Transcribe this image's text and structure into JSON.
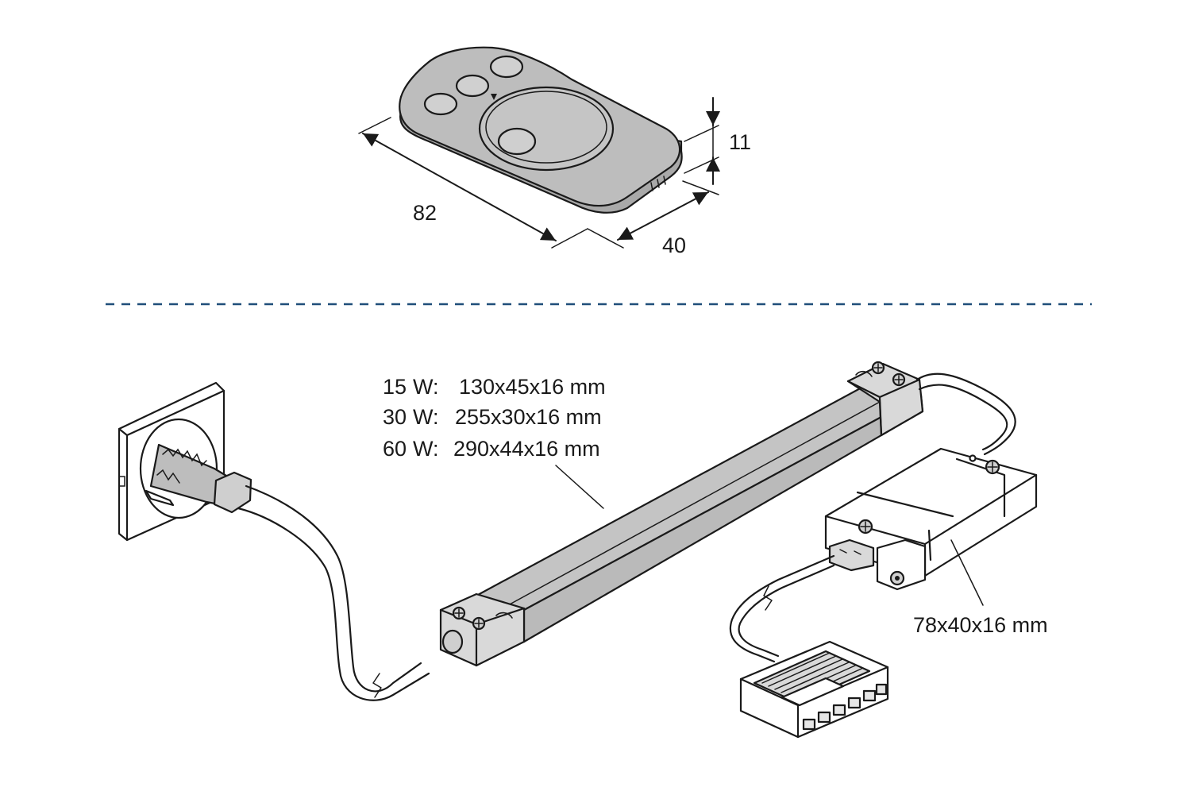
{
  "remote": {
    "dims": {
      "length": "82",
      "width": "40",
      "height": "11"
    }
  },
  "driver": {
    "specs": [
      {
        "power": "15",
        "unit": "W:",
        "size": "130x45x16 mm"
      },
      {
        "power": "30",
        "unit": "W:",
        "size": "255x30x16 mm"
      },
      {
        "power": "60",
        "unit": "W:",
        "size": "290x44x16 mm"
      }
    ]
  },
  "receiver": {
    "size": "78x40x16 mm"
  },
  "colors": {
    "line": "#1a1a1a",
    "fill_dark": "#b8b8b8",
    "fill_light": "#d9d9d9",
    "divider": "#1f4e79"
  }
}
